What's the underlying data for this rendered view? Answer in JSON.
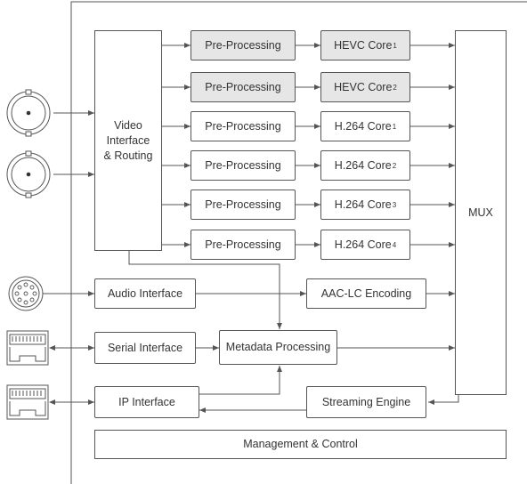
{
  "video_interface": {
    "label": "Video\nInterface\n& Routing"
  },
  "mux": {
    "label": "MUX"
  },
  "pipelines": [
    {
      "pre_label": "Pre-Processing",
      "core_label": "HEVC Core",
      "core_sub": "1",
      "highlight": true
    },
    {
      "pre_label": "Pre-Processing",
      "core_label": "HEVC Core",
      "core_sub": "2",
      "highlight": true
    },
    {
      "pre_label": "Pre-Processing",
      "core_label": "H.264 Core",
      "core_sub": "1",
      "highlight": false
    },
    {
      "pre_label": "Pre-Processing",
      "core_label": "H.264 Core",
      "core_sub": "2",
      "highlight": false
    },
    {
      "pre_label": "Pre-Processing",
      "core_label": "H.264 Core",
      "core_sub": "3",
      "highlight": false
    },
    {
      "pre_label": "Pre-Processing",
      "core_label": "H.264 Core",
      "core_sub": "4",
      "highlight": false
    }
  ],
  "audio_interface": {
    "label": "Audio Interface"
  },
  "aac_encoding": {
    "label": "AAC-LC Encoding"
  },
  "serial_interface": {
    "label": "Serial Interface"
  },
  "metadata_processing": {
    "label": "Metadata Processing"
  },
  "ip_interface": {
    "label": "IP Interface"
  },
  "streaming_engine": {
    "label": "Streaming Engine"
  },
  "management": {
    "label": "Management & Control"
  },
  "connectors": [
    {
      "icon": "bnc-connector-icon"
    },
    {
      "icon": "bnc-connector-icon"
    },
    {
      "icon": "audio-din-connector-icon"
    },
    {
      "icon": "ethernet-port-icon"
    },
    {
      "icon": "ethernet-port-icon"
    }
  ],
  "colors": {
    "line": "#555555",
    "highlight_fill": "#e6e6e6",
    "box_fill": "#ffffff"
  }
}
